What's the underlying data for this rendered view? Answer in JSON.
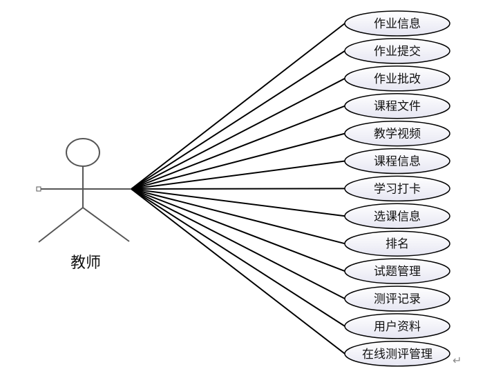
{
  "actor": {
    "label": "教师"
  },
  "use_cases": [
    {
      "label": "作业信息"
    },
    {
      "label": "作业提交"
    },
    {
      "label": "作业批改"
    },
    {
      "label": "课程文件"
    },
    {
      "label": "教学视频"
    },
    {
      "label": "课程信息"
    },
    {
      "label": "学习打卡"
    },
    {
      "label": "选课信息"
    },
    {
      "label": "排名"
    },
    {
      "label": "试题管理"
    },
    {
      "label": "测评记录"
    },
    {
      "label": "用户资料"
    },
    {
      "label": "在线测评管理"
    }
  ],
  "return_mark": "↵",
  "colors": {
    "line": "#000000",
    "actor_stroke": "#555555",
    "ellipse_fill_light": "#ffffff",
    "ellipse_fill_dark": "#e6e6f2"
  }
}
